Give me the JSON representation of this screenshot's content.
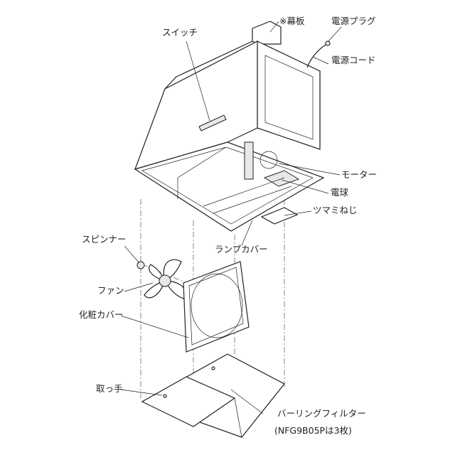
{
  "title": "Range hood exploded parts diagram",
  "labels": {
    "switch": "スイッチ",
    "curtain_board": "※幕板",
    "power_plug": "電源プラグ",
    "power_cord": "電源コード",
    "motor": "モーター",
    "bulb": "電球",
    "knob_screw": "ツマミねじ",
    "lamp_cover": "ランプカバー",
    "spinner": "スピンナー",
    "fan": "ファン",
    "decorative_cover": "化粧カバー",
    "handle": "取っ手",
    "burring_filter": "バーリングフィルター",
    "filter_note": "(NFG9B05Pは3枚)"
  }
}
